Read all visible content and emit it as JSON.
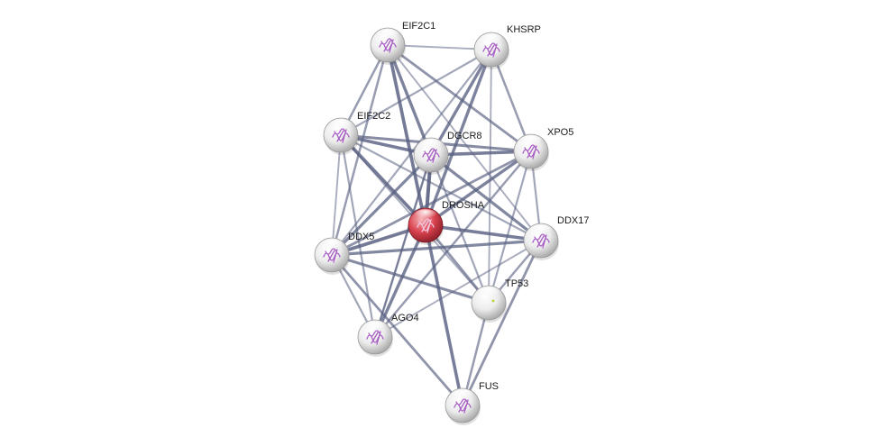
{
  "network": {
    "query_node": "DROSHA",
    "query_color": "#d9434f",
    "node_color": "#e2e2e2",
    "edge_color": "#5a6282",
    "icon_name": "protein-structure-icon",
    "nodes": [
      {
        "id": "EIF2C1",
        "label": "EIF2C1"
      },
      {
        "id": "KHSRP",
        "label": "KHSRP"
      },
      {
        "id": "EIF2C2",
        "label": "EIF2C2"
      },
      {
        "id": "DGCR8",
        "label": "DGCR8"
      },
      {
        "id": "XPO5",
        "label": "XPO5"
      },
      {
        "id": "DROSHA",
        "label": "DROSHA"
      },
      {
        "id": "DDX17",
        "label": "DDX17"
      },
      {
        "id": "DDX5",
        "label": "DDX5"
      },
      {
        "id": "TP53",
        "label": "TP53"
      },
      {
        "id": "AGO4",
        "label": "AGO4"
      },
      {
        "id": "FUS",
        "label": "FUS"
      }
    ],
    "edges": [
      {
        "source": "DROSHA",
        "target": "EIF2C1",
        "strength": 0.9
      },
      {
        "source": "DROSHA",
        "target": "KHSRP",
        "strength": 0.8
      },
      {
        "source": "DROSHA",
        "target": "EIF2C2",
        "strength": 0.9
      },
      {
        "source": "DROSHA",
        "target": "DGCR8",
        "strength": 1.0
      },
      {
        "source": "DROSHA",
        "target": "XPO5",
        "strength": 0.8
      },
      {
        "source": "DROSHA",
        "target": "DDX17",
        "strength": 0.85
      },
      {
        "source": "DROSHA",
        "target": "DDX5",
        "strength": 0.9
      },
      {
        "source": "DROSHA",
        "target": "TP53",
        "strength": 0.6
      },
      {
        "source": "DROSHA",
        "target": "AGO4",
        "strength": 0.8
      },
      {
        "source": "DROSHA",
        "target": "FUS",
        "strength": 0.85
      },
      {
        "source": "EIF2C1",
        "target": "DGCR8",
        "strength": 0.8
      },
      {
        "source": "EIF2C1",
        "target": "XPO5",
        "strength": 0.6
      },
      {
        "source": "EIF2C1",
        "target": "EIF2C2",
        "strength": 0.5
      },
      {
        "source": "EIF2C1",
        "target": "DDX5",
        "strength": 0.5
      },
      {
        "source": "EIF2C1",
        "target": "DDX17",
        "strength": 0.3
      },
      {
        "source": "EIF2C1",
        "target": "KHSRP",
        "strength": 0.3
      },
      {
        "source": "KHSRP",
        "target": "DGCR8",
        "strength": 0.8
      },
      {
        "source": "KHSRP",
        "target": "EIF2C2",
        "strength": 0.4
      },
      {
        "source": "KHSRP",
        "target": "XPO5",
        "strength": 0.5
      },
      {
        "source": "KHSRP",
        "target": "DDX5",
        "strength": 0.4
      },
      {
        "source": "KHSRP",
        "target": "TP53",
        "strength": 0.3
      },
      {
        "source": "EIF2C2",
        "target": "DGCR8",
        "strength": 0.85
      },
      {
        "source": "EIF2C2",
        "target": "XPO5",
        "strength": 0.7
      },
      {
        "source": "EIF2C2",
        "target": "DDX17",
        "strength": 0.4
      },
      {
        "source": "EIF2C2",
        "target": "DDX5",
        "strength": 0.3
      },
      {
        "source": "EIF2C2",
        "target": "TP53",
        "strength": 0.3
      },
      {
        "source": "EIF2C2",
        "target": "AGO4",
        "strength": 0.4
      },
      {
        "source": "DGCR8",
        "target": "XPO5",
        "strength": 0.85
      },
      {
        "source": "DGCR8",
        "target": "DDX17",
        "strength": 0.75
      },
      {
        "source": "DGCR8",
        "target": "DDX5",
        "strength": 0.75
      },
      {
        "source": "DGCR8",
        "target": "TP53",
        "strength": 0.4
      },
      {
        "source": "DGCR8",
        "target": "AGO4",
        "strength": 0.5
      },
      {
        "source": "XPO5",
        "target": "DDX5",
        "strength": 0.6
      },
      {
        "source": "XPO5",
        "target": "DDX17",
        "strength": 0.4
      },
      {
        "source": "XPO5",
        "target": "AGO4",
        "strength": 0.5
      },
      {
        "source": "XPO5",
        "target": "TP53",
        "strength": 0.4
      },
      {
        "source": "DDX17",
        "target": "DDX5",
        "strength": 0.75
      },
      {
        "source": "DDX17",
        "target": "TP53",
        "strength": 0.5
      },
      {
        "source": "DDX17",
        "target": "FUS",
        "strength": 0.6
      },
      {
        "source": "DDX17",
        "target": "AGO4",
        "strength": 0.3
      },
      {
        "source": "DDX5",
        "target": "TP53",
        "strength": 0.7
      },
      {
        "source": "DDX5",
        "target": "AGO4",
        "strength": 0.4
      },
      {
        "source": "DDX5",
        "target": "FUS",
        "strength": 0.6
      },
      {
        "source": "TP53",
        "target": "FUS",
        "strength": 0.5
      },
      {
        "source": "AGO4",
        "target": "DGCR8",
        "strength": 0.3
      }
    ]
  }
}
